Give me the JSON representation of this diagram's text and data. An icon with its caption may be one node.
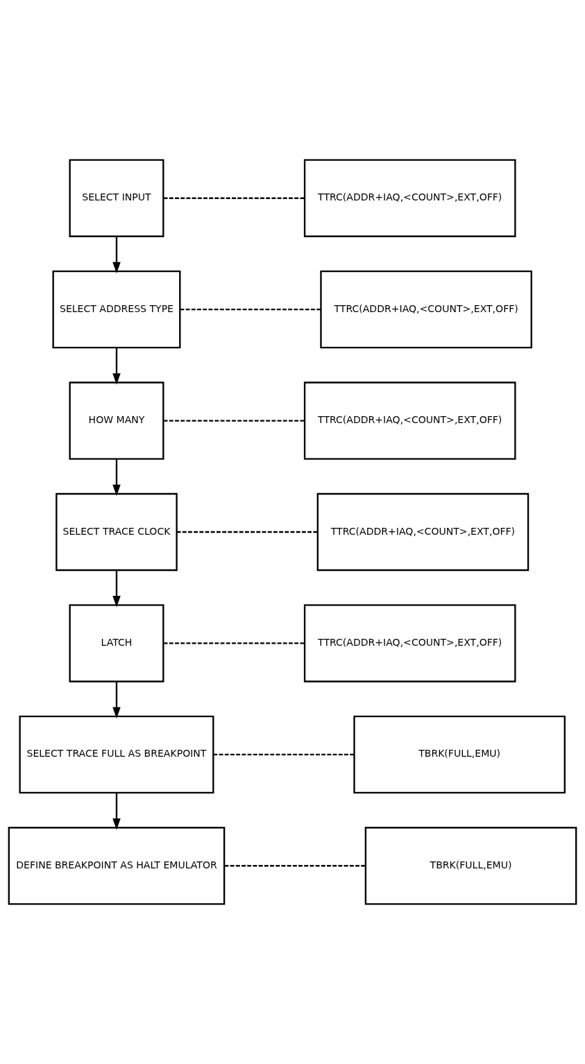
{
  "diagram": {
    "nodes": [
      {
        "text": [
          "SELECT INPUT"
        ]
      },
      {
        "text": [
          "TTRC(ADDR+IAQ,<COUNT>,EXT,OFF)"
        ]
      },
      {
        "text": [
          "SELECT ADDRESS TYPE"
        ]
      },
      {
        "text": [
          "TTRC(ADDR+IAQ,<COUNT>,EXT,OFF)"
        ]
      },
      {
        "text": [
          "HOW MANY"
        ]
      },
      {
        "text": [
          "TTRC(ADDR+IAQ,<COUNT>,EXT,OFF)"
        ]
      },
      {
        "text": [
          "SELECT TRACE CLOCK"
        ]
      },
      {
        "text": [
          "TTRC(ADDR+IAQ,<COUNT>,EXT,OFF)"
        ]
      },
      {
        "text": [
          "LATCH"
        ]
      },
      {
        "text": [
          "TTRC(ADDR+IAQ,<COUNT>,EXT,OFF)"
        ]
      },
      {
        "text": [
          "SELECT TRACE FULL AS BREAKPOINT"
        ]
      },
      {
        "text": [
          "TBRK(FULL,EMU)"
        ]
      },
      {
        "text": [
          "DEFINE BREAKPOINT AS HALT EMULATOR"
        ]
      },
      {
        "text": [
          "TBRK(FULL,EMU)"
        ]
      }
    ],
    "edges": [
      {
        "from": 0,
        "to": 1,
        "arrow": "none",
        "style": "dashed"
      },
      {
        "from": 0,
        "to": 2,
        "arrow": "to"
      },
      {
        "from": 2,
        "to": 3,
        "arrow": "none",
        "style": "dashed"
      },
      {
        "from": 2,
        "to": 4,
        "arrow": "to"
      },
      {
        "from": 4,
        "to": 5,
        "arrow": "none",
        "style": "dashed"
      },
      {
        "from": 4,
        "to": 6,
        "arrow": "to"
      },
      {
        "from": 6,
        "to": 7,
        "arrow": "none",
        "style": "dashed"
      },
      {
        "from": 6,
        "to": 8,
        "arrow": "to"
      },
      {
        "from": 8,
        "to": 9,
        "arrow": "none",
        "style": "dashed"
      },
      {
        "from": 8,
        "to": 10,
        "arrow": "to"
      },
      {
        "from": 10,
        "to": 11,
        "arrow": "none",
        "style": "dashed"
      },
      {
        "from": 10,
        "to": 12,
        "arrow": "to"
      },
      {
        "from": 12,
        "to": 13,
        "arrow": "none",
        "style": "dashed"
      }
    ]
  }
}
